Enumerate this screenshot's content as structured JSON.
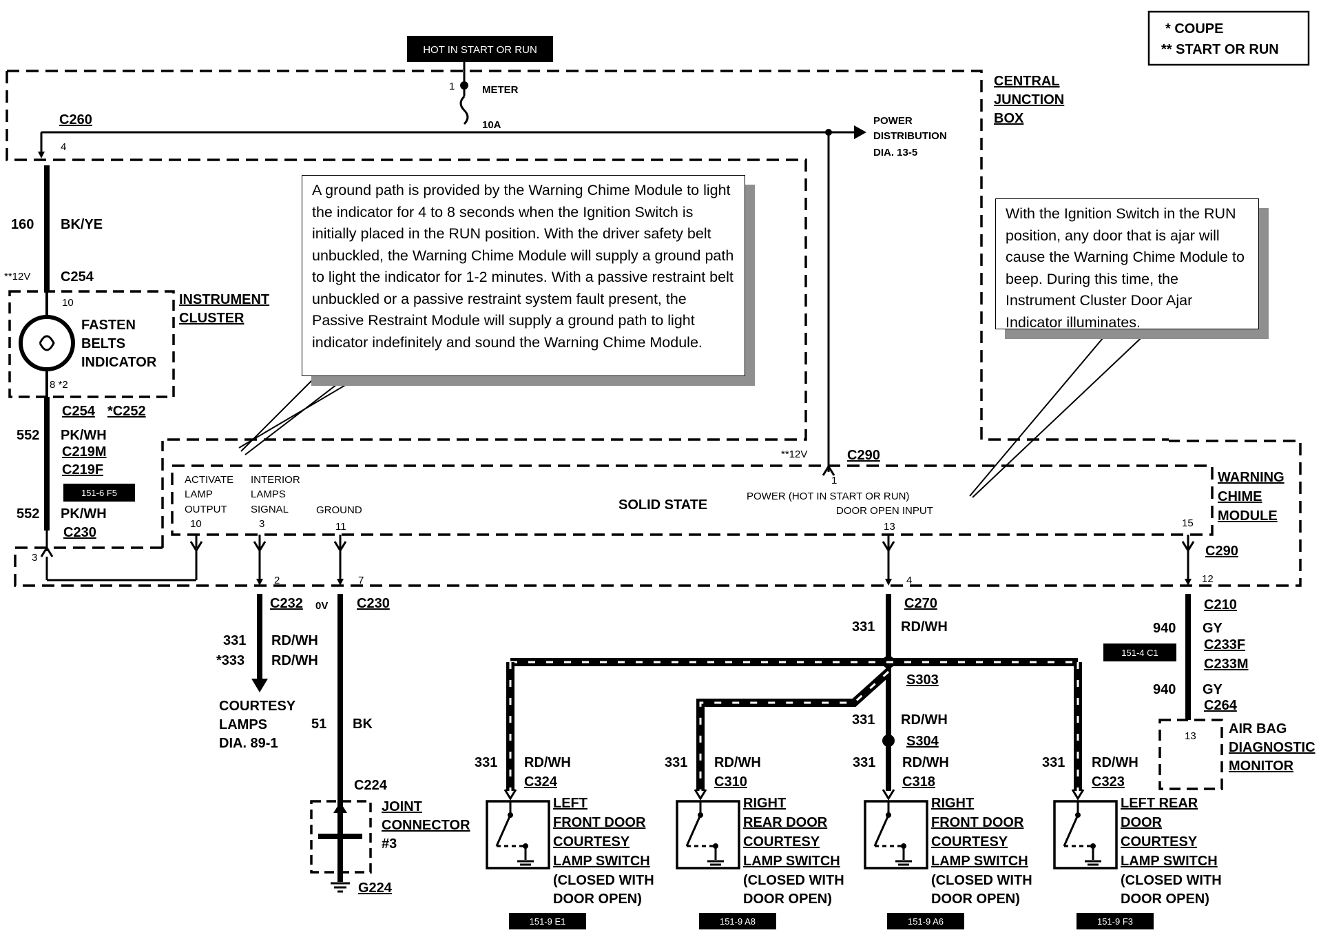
{
  "legend": {
    "single_star": "* COUPE",
    "double_star": "** START OR RUN"
  },
  "supply": {
    "title": "HOT IN START OR RUN",
    "fuse_pin": "1",
    "meter": "METER",
    "fuse_rating": "10A",
    "power_dist": [
      "POWER",
      "DISTRIBUTION",
      "DIA. 13-5"
    ]
  },
  "cjb": {
    "name": [
      "CENTRAL",
      "JUNCTION",
      "BOX"
    ]
  },
  "left_branch": {
    "c260": "C260",
    "c260_pin": "4",
    "circuit_160": "160",
    "color_bkye": "BK/YE",
    "volt_12": "**12V",
    "c254_top": "C254",
    "cluster_pin_top": "10",
    "cluster_pin_bottom": "8 *2",
    "indicator": [
      "FASTEN",
      "BELTS",
      "INDICATOR"
    ],
    "cluster_name": [
      "INSTRUMENT",
      "CLUSTER"
    ],
    "c254_bottom": "C254",
    "c252": "*C252",
    "circuit_552a": "552",
    "color_pkwh_a": "PK/WH",
    "c219m": "C219M",
    "c219f": "C219F",
    "ref_151_6f5": "151-6 F5",
    "circuit_552b": "552",
    "color_pkwh_b": "PK/WH",
    "c230_left": "C230",
    "pin_3": "3"
  },
  "notes": {
    "left": "A ground path is provided by the Warning Chime Module to light the indicator for 4 to 8 seconds when the Ignition Switch is initially placed in the RUN position. With the driver safety belt unbuckled, the Warning Chime Module will supply a ground path to light the  indicator for 1-2 minutes. With a passive restraint belt unbuckled or a passive restraint system fault present, the Passive Restraint Module will supply a ground path to light indicator indefinitely and sound the Warning Chime  Module.",
    "right": "With the Ignition Switch in the RUN position, any door that is ajar will cause the Warning Chime Module to beep.  During this time, the Instrument Cluster Door Ajar Indicator illuminates."
  },
  "module": {
    "name": [
      "WARNING",
      "CHIME",
      "MODULE"
    ],
    "type": "SOLID STATE",
    "pins": {
      "activate": [
        "ACTIVATE",
        "LAMP",
        "OUTPUT",
        "10"
      ],
      "interior": [
        "INTERIOR",
        "LAMPS",
        "SIGNAL",
        "3"
      ],
      "ground": [
        "GROUND",
        "11"
      ],
      "power": [
        "1",
        "POWER (HOT IN START OR RUN)",
        "DOOR OPEN INPUT",
        "13"
      ],
      "p15": "15"
    },
    "volt_12": "**12V",
    "c290_top": "C290"
  },
  "courtesy_branch": {
    "pin": "2",
    "conn": "C232",
    "circuit_331": "331",
    "color_331": "RD/WH",
    "circuit_333": "*333",
    "color_333": "RD/WH",
    "dest": [
      "COURTESY",
      "LAMPS",
      "DIA. 89-1"
    ]
  },
  "ground_branch": {
    "pin": "7",
    "volt": "0V",
    "conn": "C230",
    "circuit": "51",
    "color": "BK",
    "c224": "C224",
    "joint": [
      "JOINT",
      "CONNECTOR",
      "#3"
    ],
    "g224": "G224"
  },
  "door_branch": {
    "pin": "4",
    "c270": "C270",
    "circuit_a": "331",
    "color_a": "RD/WH",
    "s303": "S303",
    "circuit_b": "331",
    "color_b": "RD/WH",
    "s304": "S304"
  },
  "airbag_branch": {
    "c290": "C290",
    "pin_12": "12",
    "c210": "C210",
    "circuit_a": "940",
    "color_a": "GY",
    "c233f": "C233F",
    "ref": "151-4 C1",
    "c233m": "C233M",
    "circuit_b": "940",
    "color_b": "GY",
    "c264": "C264",
    "pin_13": "13",
    "name": [
      "AIR BAG",
      "DIAGNOSTIC",
      "MONITOR"
    ]
  },
  "switches": [
    {
      "circuit": "331",
      "color": "RD/WH",
      "conn": "C324",
      "name": [
        "LEFT",
        "FRONT DOOR",
        "COURTESY",
        "LAMP SWITCH"
      ],
      "note": [
        "(CLOSED WITH",
        "DOOR OPEN)"
      ],
      "ref": "151-9 E1"
    },
    {
      "circuit": "331",
      "color": "RD/WH",
      "conn": "C310",
      "name": [
        "RIGHT",
        "REAR DOOR",
        "COURTESY",
        "LAMP SWITCH"
      ],
      "note": [
        "(CLOSED WITH",
        "DOOR OPEN)"
      ],
      "ref": "151-9 A8"
    },
    {
      "circuit": "331",
      "color": "RD/WH",
      "conn": "C318",
      "name": [
        "RIGHT",
        "FRONT DOOR",
        "COURTESY",
        "LAMP SWITCH"
      ],
      "note": [
        "(CLOSED WITH",
        "DOOR OPEN)"
      ],
      "ref": "151-9 A6"
    },
    {
      "circuit": "331",
      "color": "RD/WH",
      "conn": "C323",
      "name": [
        "LEFT REAR",
        "DOOR",
        "COURTESY",
        "LAMP SWITCH"
      ],
      "note": [
        "(CLOSED WITH",
        "DOOR OPEN)"
      ],
      "ref": "151-9 F3"
    }
  ]
}
